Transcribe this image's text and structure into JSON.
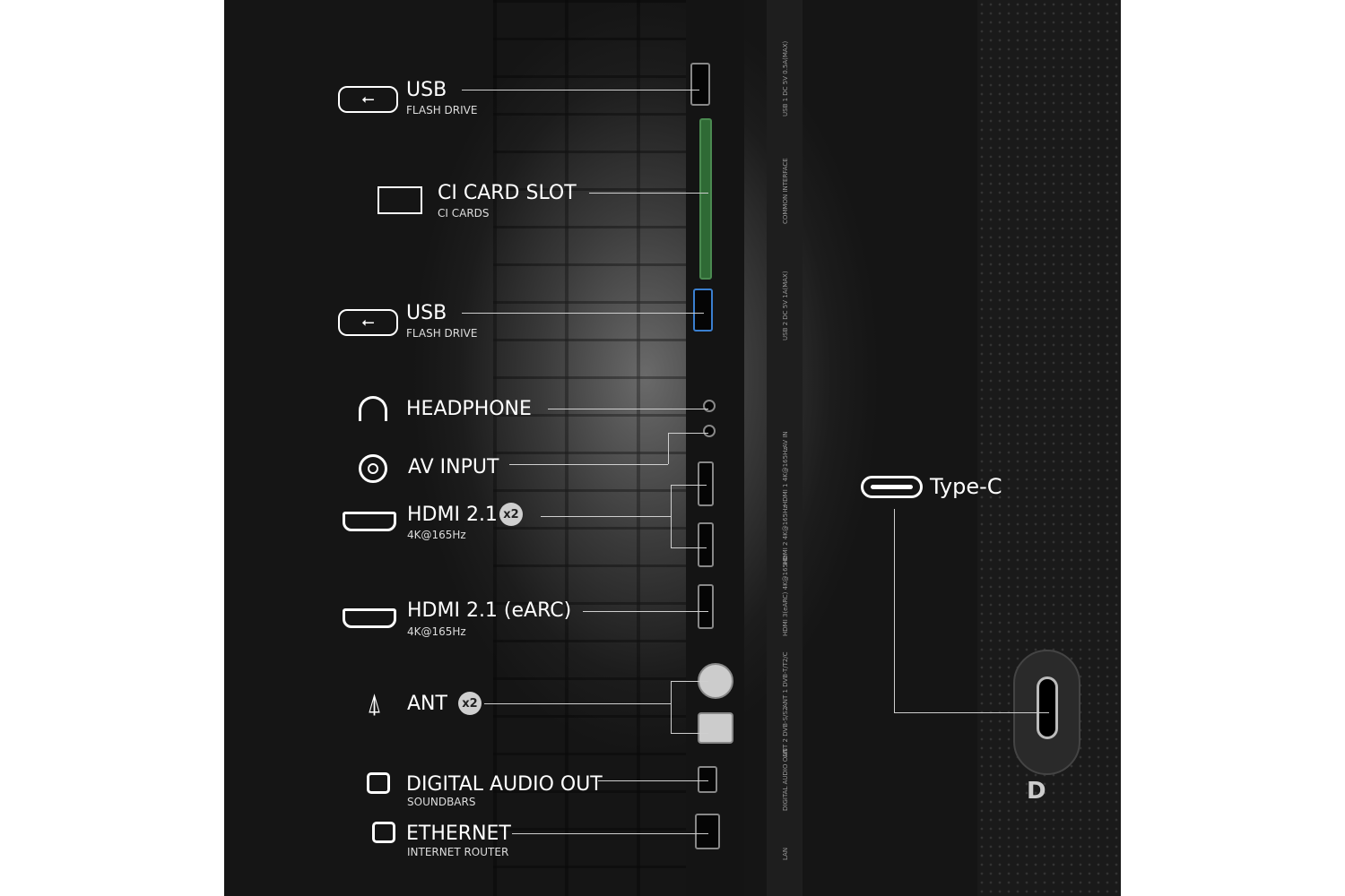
{
  "ports": [
    {
      "title": "USB",
      "subtitle": "FLASH DRIVE",
      "icon": "usb-icon"
    },
    {
      "title": "CI CARD SLOT",
      "subtitle": "CI CARDS",
      "icon": "card-slot-icon"
    },
    {
      "title": "USB",
      "subtitle": "FLASH DRIVE",
      "icon": "usb-icon"
    },
    {
      "title": "HEADPHONE",
      "icon": "headphone-icon"
    },
    {
      "title": "AV INPUT",
      "icon": "av-input-icon"
    },
    {
      "title": "HDMI 2.1",
      "badge": "x2",
      "subtitle": "4K@165Hz",
      "icon": "hdmi-icon"
    },
    {
      "title": "HDMI 2.1 (eARC)",
      "subtitle": "4K@165Hz",
      "icon": "hdmi-icon"
    },
    {
      "title": "ANT",
      "badge": "x2",
      "icon": "antenna-icon"
    },
    {
      "title": "DIGITAL AUDIO OUT",
      "subtitle": "SOUNDBARS",
      "icon": "digital-audio-icon"
    },
    {
      "title": "ETHERNET",
      "subtitle": "INTERNET ROUTER",
      "icon": "ethernet-icon"
    }
  ],
  "typec": {
    "title": "Type-C",
    "icon": "usb-c-icon"
  },
  "panel_labels": [
    "USB 1 DC 5V 0.5A(MAX)",
    "COMMON INTERFACE",
    "USB 2 DC 5V 1A(MAX)",
    "AV IN",
    "HDMI 1 4K@165Hz",
    "HDMI 2 4K@165Hz",
    "HDMI 3(eARC) 4K@165Hz",
    "ANT 1 DVB-T/T2/C",
    "ANT 2 DVB-S/S2",
    "DIGITAL AUDIO OUT",
    "LAN"
  ]
}
